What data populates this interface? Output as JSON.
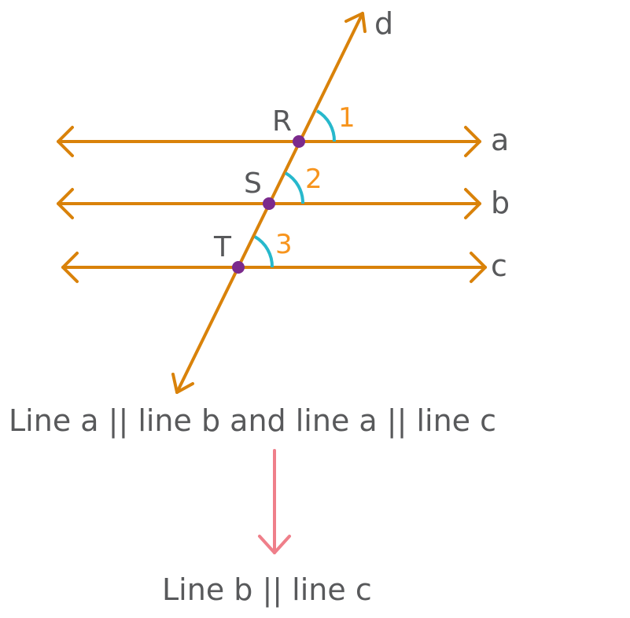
{
  "labels": {
    "line_d": "d",
    "line_a": "a",
    "line_b": "b",
    "line_c": "c",
    "point_r": "R",
    "point_s": "S",
    "point_t": "T",
    "angle_1": "1",
    "angle_2": "2",
    "angle_3": "3"
  },
  "statements": {
    "premise": "Line a || line b and line a || line c",
    "conclusion": "Line b || line c"
  },
  "colors": {
    "line": "#d9820a",
    "point": "#7b2a8c",
    "angle_arc": "#27b8cc",
    "angle_number": "#f7941d",
    "text": "#58595b",
    "implication_arrow": "#ef7f8a"
  }
}
